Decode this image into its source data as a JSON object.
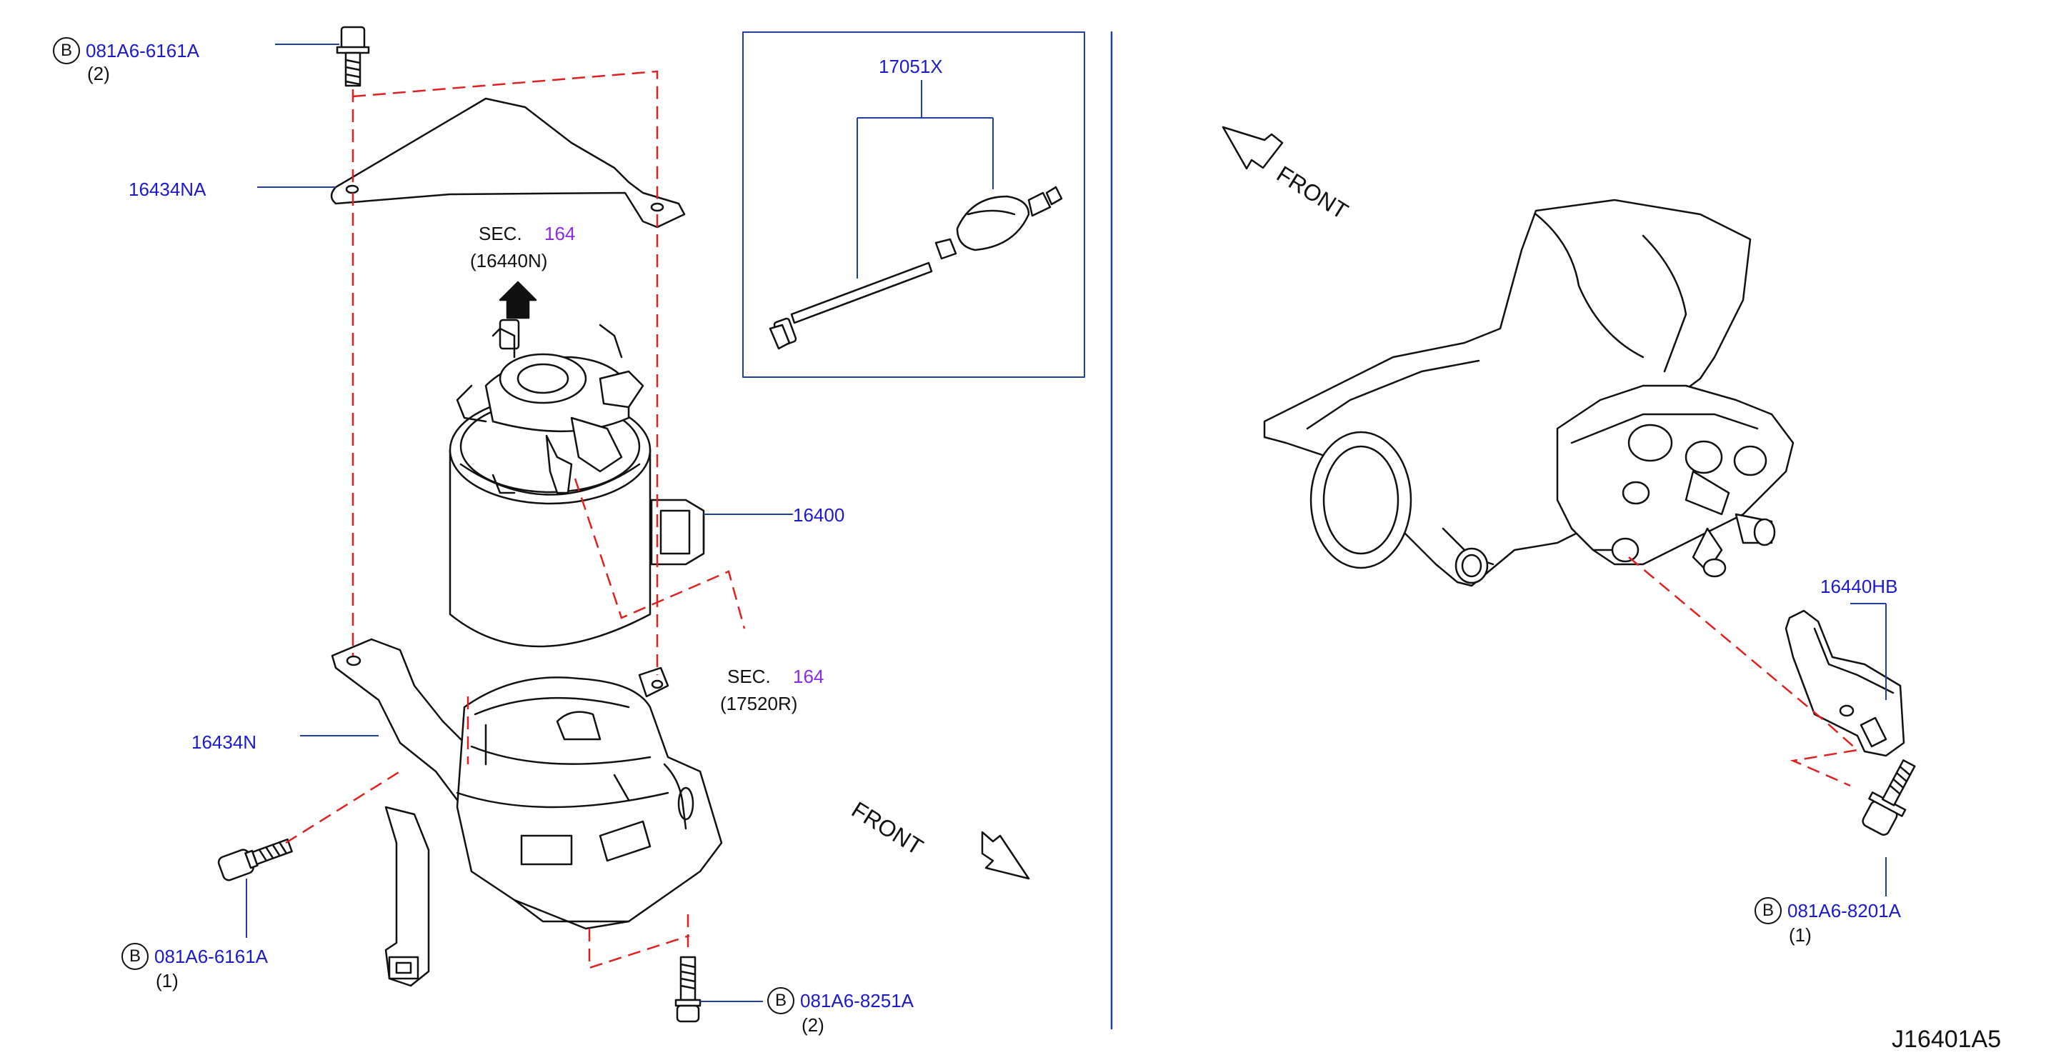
{
  "parts": {
    "bolt_top": "081A6-6161A",
    "bolt_top_qty": "(2)",
    "bracket_upper": "16434NA",
    "sec_upper": "SEC.",
    "sec_upper_num": "164",
    "sec_upper_ref": "(16440N)",
    "filter": "16400",
    "sec_lower": "SEC.",
    "sec_lower_num": "164",
    "sec_lower_ref": "(17520R)",
    "bracket_lower": "16434N",
    "bolt_left": "081A6-6161A",
    "bolt_left_qty": "(1)",
    "bolt_bottom": "081A6-8251A",
    "bolt_bottom_qty": "(2)",
    "hose_kit": "17051X",
    "bracket_right": "16440HB",
    "bolt_right": "081A6-8201A",
    "bolt_right_qty": "(1)"
  },
  "symbols": {
    "b_marker": "B"
  },
  "direction": {
    "front_1": "FRONT",
    "front_2": "FRONT"
  },
  "diagram_ref": "J16401A5",
  "colors": {
    "label": "#1a1acc",
    "section": "#8a2be2",
    "dash": "#e02020",
    "line": "#111111"
  }
}
